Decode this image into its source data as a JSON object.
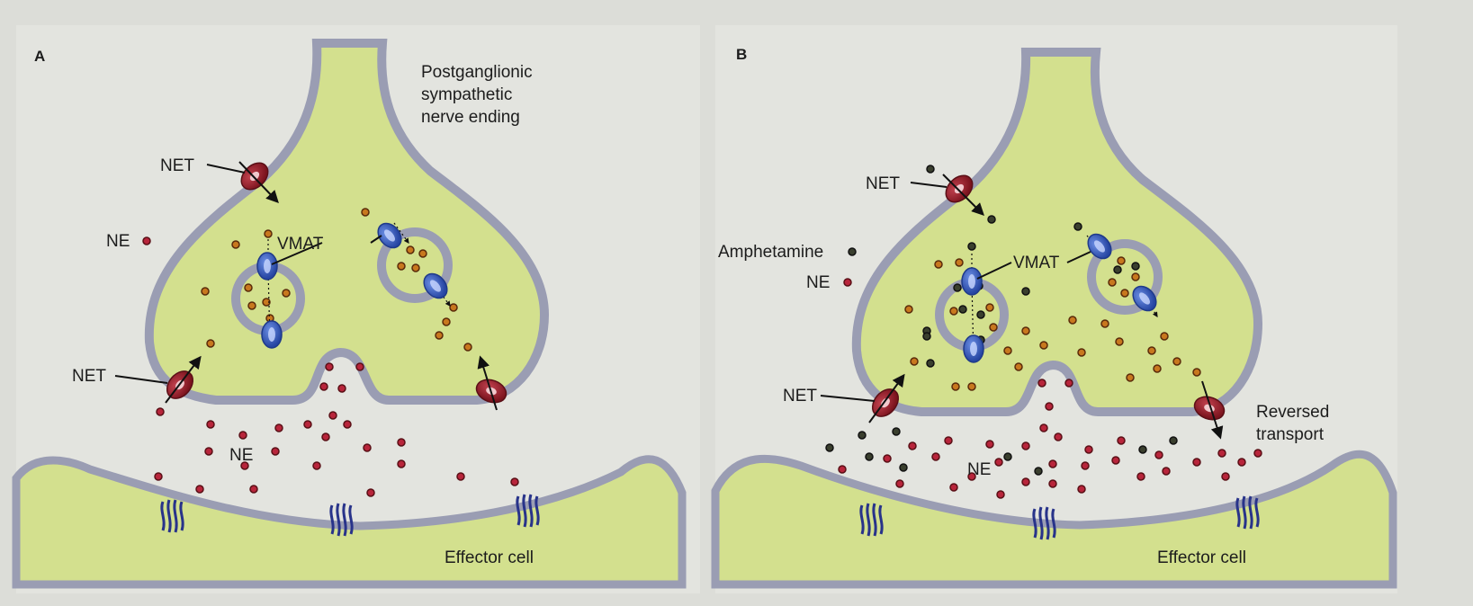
{
  "panels": [
    {
      "letter": "A",
      "terminal_label": [
        "Postganglionic",
        "sympathetic",
        "nerve ending"
      ],
      "net_top": "NET",
      "net_bottom": "NET",
      "vmat": "VMAT",
      "ne_legend": "NE",
      "ne_cleft": "NE",
      "effector": "Effector cell"
    },
    {
      "letter": "B",
      "net_top": "NET",
      "net_bottom": "NET",
      "vmat": "VMAT",
      "amphetamine_legend": "Amphetamine",
      "ne_legend": "NE",
      "ne_cleft": "NE",
      "reversed": [
        "Reversed",
        "transport"
      ],
      "effector": "Effector cell"
    }
  ],
  "colors": {
    "background": "#dcddd8",
    "cytoplasm": "#d3e08e",
    "membrane": "#9a9db3",
    "ne_dot": "#b8253b",
    "intracellular_dot": "#c8781e",
    "amphetamine_dot": "#2c3a2a",
    "net_transporter": "#8e1b26",
    "vmat_transporter": "#3d62c6",
    "receptor": "#28338a"
  }
}
